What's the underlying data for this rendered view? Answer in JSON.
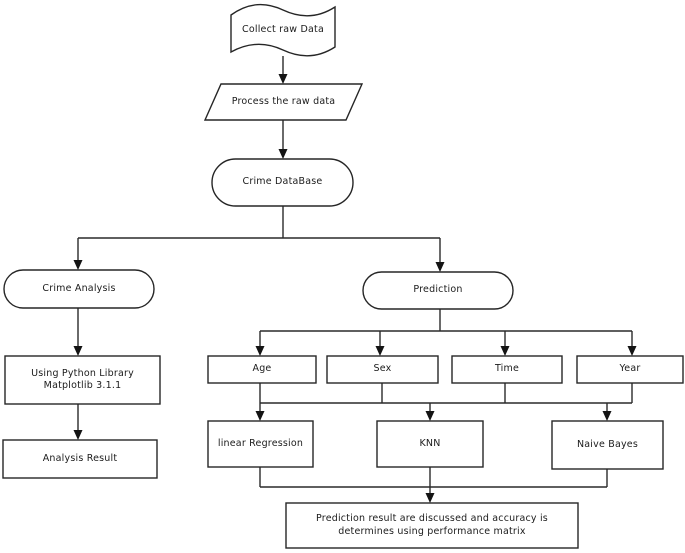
{
  "diagram": {
    "title": "Crime analysis and prediction flowchart",
    "colors": {
      "background": "#ffffff",
      "stroke": "#262626",
      "text": "#1b1b1b",
      "fill": "#ffffff"
    },
    "nodes": {
      "collect_raw_data": {
        "label": "Collect raw Data",
        "shape": "tape"
      },
      "process_raw_data": {
        "label": "Process the raw data",
        "shape": "parallelogram"
      },
      "crime_database": {
        "label": "Crime DataBase",
        "shape": "stadium"
      },
      "crime_analysis": {
        "label": "Crime Analysis",
        "shape": "stadium"
      },
      "prediction": {
        "label": "Prediction",
        "shape": "stadium"
      },
      "python_library": {
        "line1": "Using Python Library",
        "line2": "Matplotlib 3.1.1",
        "shape": "rect"
      },
      "analysis_result": {
        "label": "Analysis Result",
        "shape": "rect"
      },
      "age": {
        "label": "Age",
        "shape": "rect"
      },
      "sex": {
        "label": "Sex",
        "shape": "rect"
      },
      "time": {
        "label": "Time",
        "shape": "rect"
      },
      "year": {
        "label": "Year",
        "shape": "rect"
      },
      "linear_regression": {
        "label": "linear Regression",
        "shape": "rect"
      },
      "knn": {
        "label": "KNN",
        "shape": "rect"
      },
      "naive_bayes": {
        "label": "Naive Bayes",
        "shape": "rect"
      },
      "conclusion": {
        "line1": "Prediction result are discussed and accuracy is",
        "line2": "determines using performance matrix",
        "shape": "rect"
      }
    },
    "edges": [
      "collect_raw_data -> process_raw_data",
      "process_raw_data -> crime_database",
      "crime_database -> crime_analysis",
      "crime_database -> prediction",
      "crime_analysis -> python_library",
      "python_library -> analysis_result",
      "prediction -> age",
      "prediction -> sex",
      "prediction -> time",
      "prediction -> year",
      "age/sex/time/year -> linear_regression",
      "age/sex/time/year -> knn",
      "age/sex/time/year -> naive_bayes",
      "linear_regression/knn/naive_bayes -> conclusion"
    ]
  }
}
